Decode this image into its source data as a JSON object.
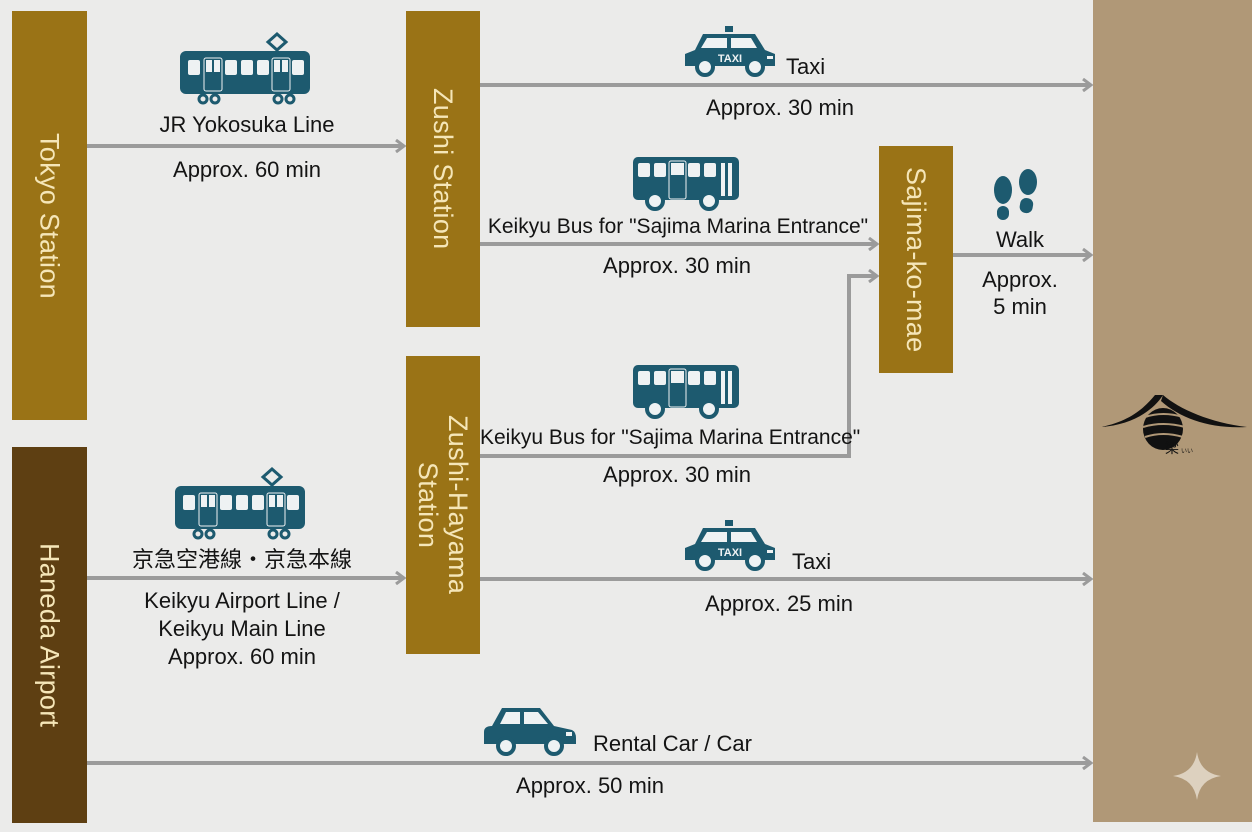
{
  "colors": {
    "station_box": "#9a7316",
    "airport_box": "#5e3f12",
    "destination_panel": "#b09877",
    "icon_teal": "#1d5a6f",
    "arrow_gray": "#9b9b9b",
    "background": "#ebebea"
  },
  "nodes": {
    "tokyo_station": "Tokyo Station",
    "haneda_airport": "Haneda Airport",
    "zushi_station": "Zushi Station",
    "zushi_hayama_station_line1": "Zushi-Hayama",
    "zushi_hayama_station_line2": "Station",
    "sajima_ko_mae": "Sajima-ko-mae"
  },
  "routes": {
    "jr_yokosuka": {
      "icon": "train-icon",
      "name": "JR Yokosuka Line",
      "time": "Approx. 60 min"
    },
    "zushi_taxi": {
      "icon": "taxi-icon",
      "name": "Taxi",
      "time": "Approx. 30 min",
      "badge": "TAXI"
    },
    "zushi_bus": {
      "icon": "bus-icon",
      "name": "Keikyu Bus for \"Sajima Marina Entrance\"",
      "time": "Approx. 30 min"
    },
    "walk": {
      "icon": "footprints-icon",
      "name": "Walk",
      "time_line1": "Approx.",
      "time_line2": "5 min"
    },
    "hayama_bus": {
      "icon": "bus-icon",
      "name": "Keikyu Bus for \"Sajima Marina Entrance\"",
      "time": "Approx. 30 min"
    },
    "keikyu_line": {
      "icon": "train-icon",
      "name_jp": "京急空港線・京急本線",
      "name_line1": "Keikyu Airport Line /",
      "name_line2": "Keikyu Main Line",
      "time": "Approx. 60 min"
    },
    "hayama_taxi": {
      "icon": "taxi-icon",
      "name": "Taxi",
      "time": "Approx. 25 min",
      "badge": "TAXI"
    },
    "car": {
      "icon": "car-icon",
      "name": "Rental Car / Car",
      "time": "Approx. 50 min"
    }
  },
  "destination": {
    "logo": "ryokan-logo-icon",
    "logo_text": "梁",
    "logo_small": "いい",
    "corner_icon": "sparkle-icon"
  }
}
